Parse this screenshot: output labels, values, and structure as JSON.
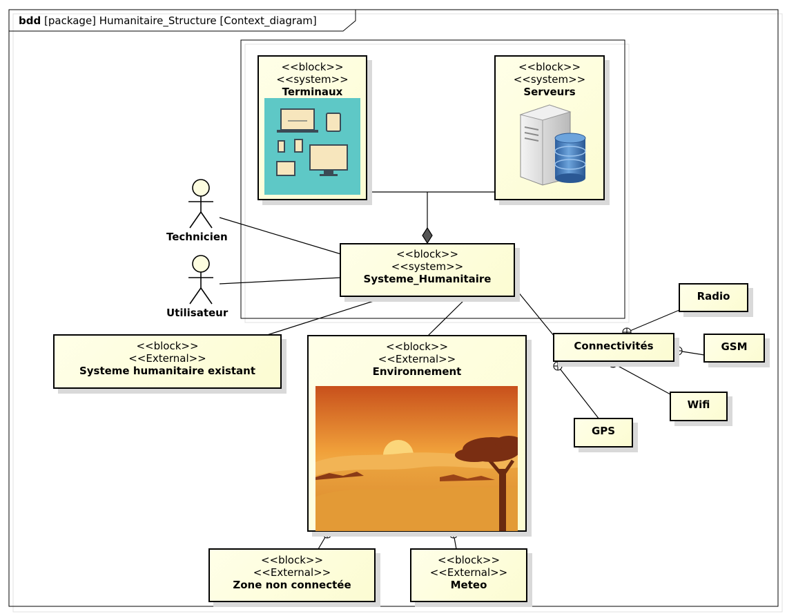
{
  "frame": {
    "keyword": "bdd",
    "title": "[package] Humanitaire_Structure [Context_diagram]"
  },
  "blocks": {
    "terminaux": {
      "stereotypes": [
        "<<block>>",
        "<<system>>"
      ],
      "name": "Terminaux"
    },
    "serveurs": {
      "stereotypes": [
        "<<block>>",
        "<<system>>"
      ],
      "name": "Serveurs"
    },
    "systeme_humanitaire": {
      "stereotypes": [
        "<<block>>",
        "<<system>>"
      ],
      "name": "Systeme_Humanitaire"
    },
    "systeme_existant": {
      "stereotypes": [
        "<<block>>",
        "<<External>>"
      ],
      "name": "Systeme humanitaire existant"
    },
    "environnement": {
      "stereotypes": [
        "<<block>>",
        "<<External>>"
      ],
      "name": "Environnement"
    },
    "zone": {
      "stereotypes": [
        "<<block>>",
        "<<External>>"
      ],
      "name": "Zone non connectée"
    },
    "meteo": {
      "stereotypes": [
        "<<block>>",
        "<<External>>"
      ],
      "name": "Meteo"
    },
    "connectivites": {
      "name": "Connectivités"
    },
    "radio": {
      "name": "Radio"
    },
    "gsm": {
      "name": "GSM"
    },
    "wifi": {
      "name": "Wifi"
    },
    "gps": {
      "name": "GPS"
    }
  },
  "actors": {
    "technicien": "Technicien",
    "utilisateur": "Utilisateur"
  },
  "icons": {
    "terminaux_image": "devices-illustration-icon",
    "serveurs_image": "server-database-icon",
    "environnement_image": "desert-sunset-landscape"
  },
  "colors": {
    "block_fill": "#fcfcd2",
    "actor_fill": "#fdfde0",
    "device_bg": "#5ec8c6",
    "database_blue": "#3a78c0"
  }
}
